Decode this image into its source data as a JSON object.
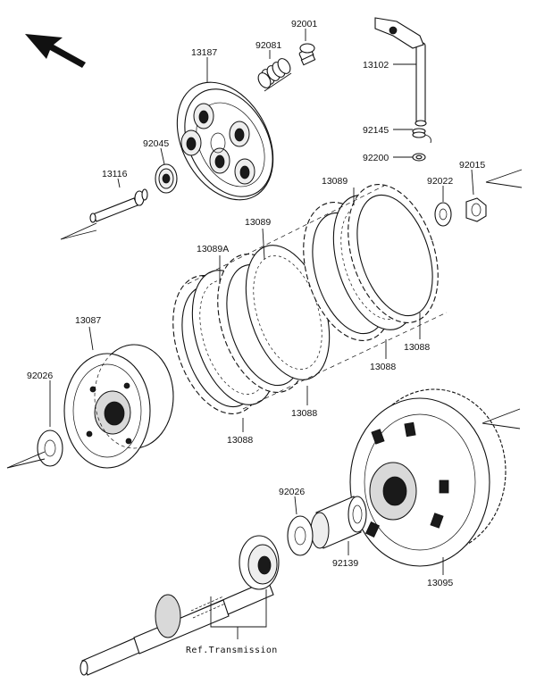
{
  "labels": {
    "p13187": "13187",
    "p92081": "92081",
    "p92001": "92001",
    "p13102": "13102",
    "p92145": "92145",
    "p92200": "92200",
    "p92045": "92045",
    "p13116": "13116",
    "p92022": "92022",
    "p92015": "92015",
    "p13089a": "13089",
    "p13089b": "13089",
    "p13089A": "13089A",
    "p13087": "13087",
    "p13088a": "13088",
    "p13088b": "13088",
    "p13088c": "13088",
    "p13088d": "13088",
    "p92026a": "92026",
    "p92026b": "92026",
    "p92139": "92139",
    "p13095": "13095",
    "ref_transmission": "Ref.Transmission"
  }
}
